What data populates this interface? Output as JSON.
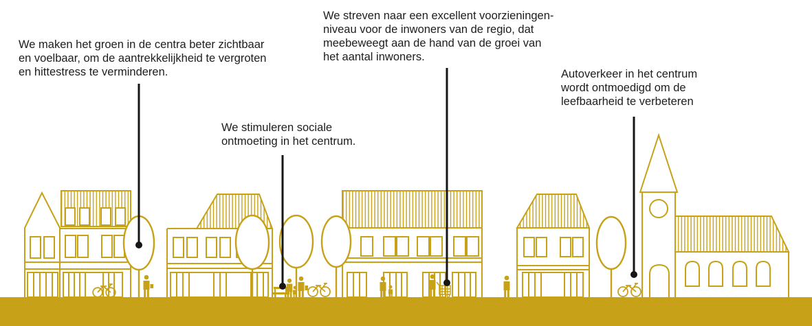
{
  "colors": {
    "artwork_gold": "#C7A117",
    "pointer_black": "#161616",
    "text_color": "#1D1D1B",
    "background": "#FFFFFF"
  },
  "annotations": {
    "green": {
      "lines": [
        "We maken het groen in de centra beter zichtbaar",
        "en voelbaar, om de aantrekkelijkheid te vergroten",
        "en hittestress te verminderen."
      ]
    },
    "amenities": {
      "lines": [
        "We streven naar een excellent voorzieningen-",
        "niveau voor de inwoners van de regio, dat",
        "meebeweegt aan de hand van de groei van",
        "het aantal inwoners."
      ]
    },
    "social": {
      "lines": [
        "We stimuleren sociale",
        "ontmoeting in het centrum."
      ]
    },
    "traffic": {
      "lines": [
        "Autoverkeer in het centrum",
        "wordt ontmoedigd om de",
        "leefbaarheid te verbeteren"
      ]
    }
  }
}
